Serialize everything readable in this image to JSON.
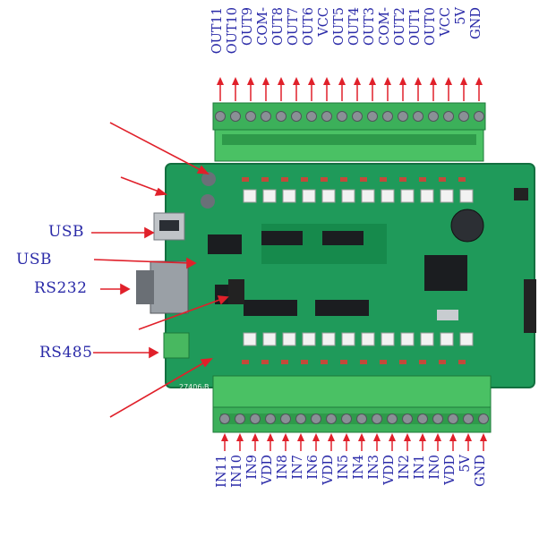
{
  "top_pins": [
    "GND",
    "5V",
    "VCC",
    "OUT0",
    "OUT1",
    "OUT2",
    "COM-",
    "OUT3",
    "OUT4",
    "OUT5",
    "VCC",
    "OUT6",
    "OUT7",
    "OUT8",
    "COM-",
    "OUT9",
    "OUT10",
    "OUT11"
  ],
  "bottom_pins": [
    "GND",
    "5V",
    "VDD",
    "IN0",
    "IN1",
    "IN2",
    "VDD",
    "IN3",
    "IN4",
    "IN5",
    "VDD",
    "IN6",
    "IN7",
    "IN8",
    "VDD",
    "IN9",
    "IN10",
    "IN11"
  ],
  "side_labels": {
    "usb_1": "USB",
    "usb_2": "USB",
    "rs232": "RS232",
    "rs485": "RS485"
  },
  "board_label": "27406-B",
  "colors": {
    "label_text": "#2a2aa8",
    "arrow": "#e0202a",
    "pcb": "#1f9a5a",
    "terminal": "#3cb05a"
  }
}
